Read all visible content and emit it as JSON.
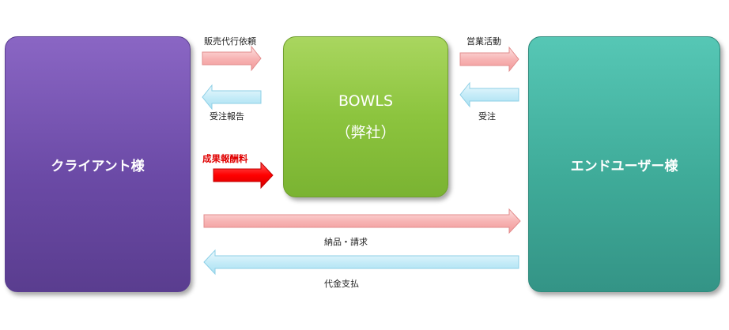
{
  "boxes": {
    "client": "クライアント様",
    "bowls_line1": "BOWLS",
    "bowls_line2": "（弊社）",
    "enduser": "エンドユーザー様"
  },
  "arrows": {
    "sales_agency_request": "販売代行依頼",
    "order_report": "受注報告",
    "success_fee": "成果報酬料",
    "sales_activity": "営業活動",
    "order_received": "受注",
    "delivery_billing": "納品・請求",
    "payment": "代金支払"
  },
  "colors": {
    "client": "#7b58b5",
    "bowls": "#8cc43e",
    "enduser": "#46b5a3",
    "arrow_pink": "#f7b4b4",
    "arrow_blue": "#c6ecf8",
    "arrow_red": "#ff0000"
  }
}
